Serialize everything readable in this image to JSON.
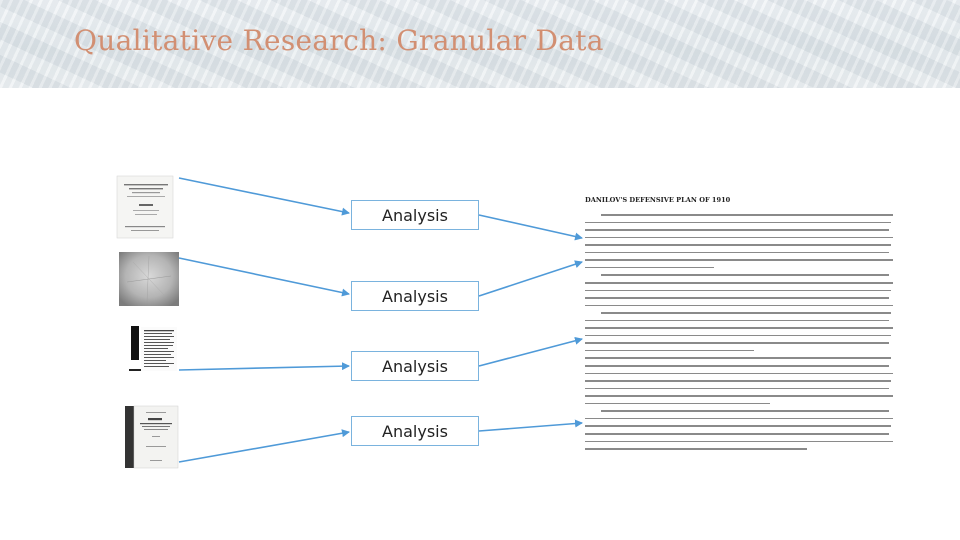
{
  "slide": {
    "title": "Qualitative Research: Granular Data"
  },
  "flow": {
    "sources": [
      {
        "icon": "archive-document-icon",
        "box_label": "Analysis"
      },
      {
        "icon": "photographic-plate-icon",
        "box_label": "Analysis"
      },
      {
        "icon": "printed-page-icon",
        "box_label": "Analysis"
      },
      {
        "icon": "bound-report-icon",
        "box_label": "Analysis"
      }
    ]
  },
  "document": {
    "heading": "DANILOV'S DEFENSIVE PLAN OF 1910"
  },
  "colors": {
    "title": "#d28f72",
    "box_border": "#7ab3de",
    "arrow": "#4f9ad8"
  }
}
